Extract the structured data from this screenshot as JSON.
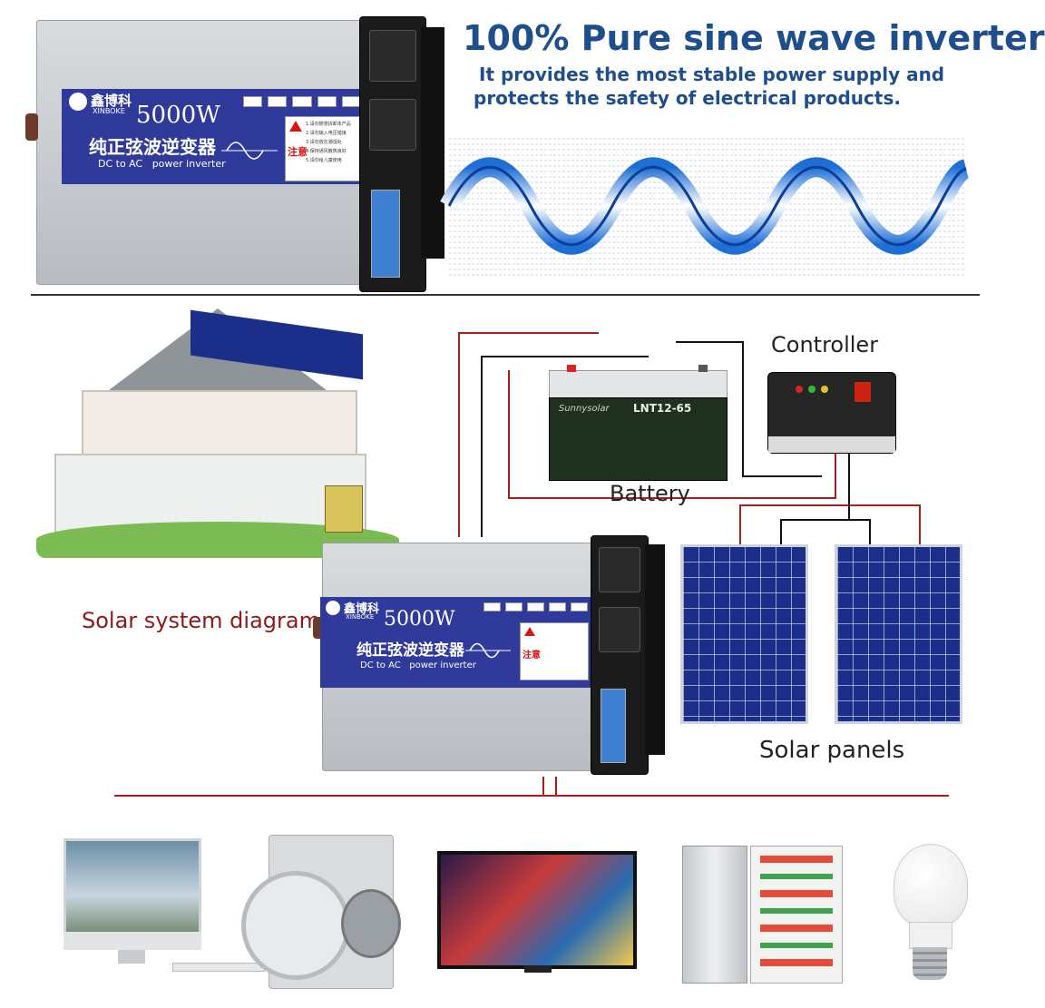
{
  "header": {
    "title": "100% Pure sine wave inverter",
    "subtitle_line1": "It provides the most stable power supply and",
    "subtitle_line2": "protects the safety of electrical products."
  },
  "inverter": {
    "brand_cn": "鑫博科",
    "brand_en": "XINBOKE",
    "power": "5000W",
    "name_cn": "纯正弦波逆变器",
    "name_en": "DC to AC   power inverter",
    "caution": "注意",
    "warning_lines": [
      "1.请勿随意拆卸本产品",
      "2.请勿输入电压错接",
      "3.请勿放在潮湿处",
      "4.保持通风散热良好",
      "5.请勿给儿童使用"
    ]
  },
  "diagram": {
    "controller_label": "Controller",
    "battery_label": "Battery",
    "battery_model": "LNT12-65",
    "battery_brand": "Sunnysolar",
    "solar_panels_label": "Solar panels",
    "solar_system_label": "Solar system diagram"
  },
  "appliances": [
    "computer-monitor",
    "washing-machine",
    "television",
    "refrigerator",
    "light-bulb"
  ],
  "colors": {
    "title_blue": "#1f4e8c",
    "subtitle_blue": "#1f4e8c",
    "wire_red": "#a5201f",
    "label_red": "#8b1a1a",
    "panel_blue": "#2f3a9a"
  }
}
